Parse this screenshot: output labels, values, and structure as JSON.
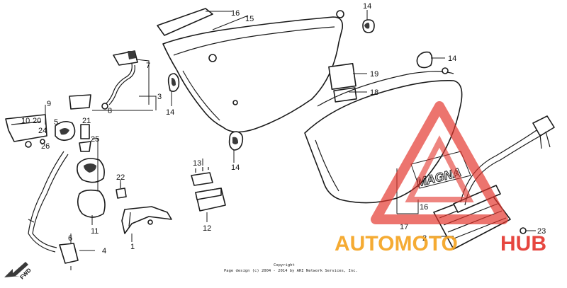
{
  "callouts": [
    {
      "id": "c16a",
      "text": "16"
    },
    {
      "id": "c15",
      "text": "15"
    },
    {
      "id": "c14a",
      "text": "14"
    },
    {
      "id": "c14b",
      "text": "14"
    },
    {
      "id": "c14c",
      "text": "14"
    },
    {
      "id": "c14d",
      "text": "14"
    },
    {
      "id": "c19",
      "text": "19"
    },
    {
      "id": "c18",
      "text": "18"
    },
    {
      "id": "c7",
      "text": "7"
    },
    {
      "id": "c3",
      "text": "3"
    },
    {
      "id": "c8",
      "text": "8"
    },
    {
      "id": "c9",
      "text": "9"
    },
    {
      "id": "c10",
      "text": "10"
    },
    {
      "id": "c20",
      "text": "20"
    },
    {
      "id": "c5",
      "text": "5"
    },
    {
      "id": "c24",
      "text": "24"
    },
    {
      "id": "c26",
      "text": "26"
    },
    {
      "id": "c21",
      "text": "21"
    },
    {
      "id": "c25",
      "text": "25"
    },
    {
      "id": "c13",
      "text": "13"
    },
    {
      "id": "c12",
      "text": "12"
    },
    {
      "id": "c22",
      "text": "22"
    },
    {
      "id": "c11",
      "text": "11"
    },
    {
      "id": "c1",
      "text": "1"
    },
    {
      "id": "c6",
      "text": "6"
    },
    {
      "id": "c4",
      "text": "4"
    },
    {
      "id": "c17",
      "text": "17"
    },
    {
      "id": "c16b",
      "text": "16"
    },
    {
      "id": "c2",
      "text": "2"
    },
    {
      "id": "c23",
      "text": "23"
    }
  ],
  "emblem": {
    "text": "MAGNA"
  },
  "direction_marker": {
    "label": "FWD"
  },
  "watermark": {
    "part1": "AUTOMOTO",
    "part2": "HUB",
    "color_main": "#f4a21e",
    "color_accent": "#e4332b"
  },
  "copyright": {
    "line1": "Copyright",
    "line2": "Page design (c) 2004 - 2014 by ARI Network Services, Inc."
  }
}
